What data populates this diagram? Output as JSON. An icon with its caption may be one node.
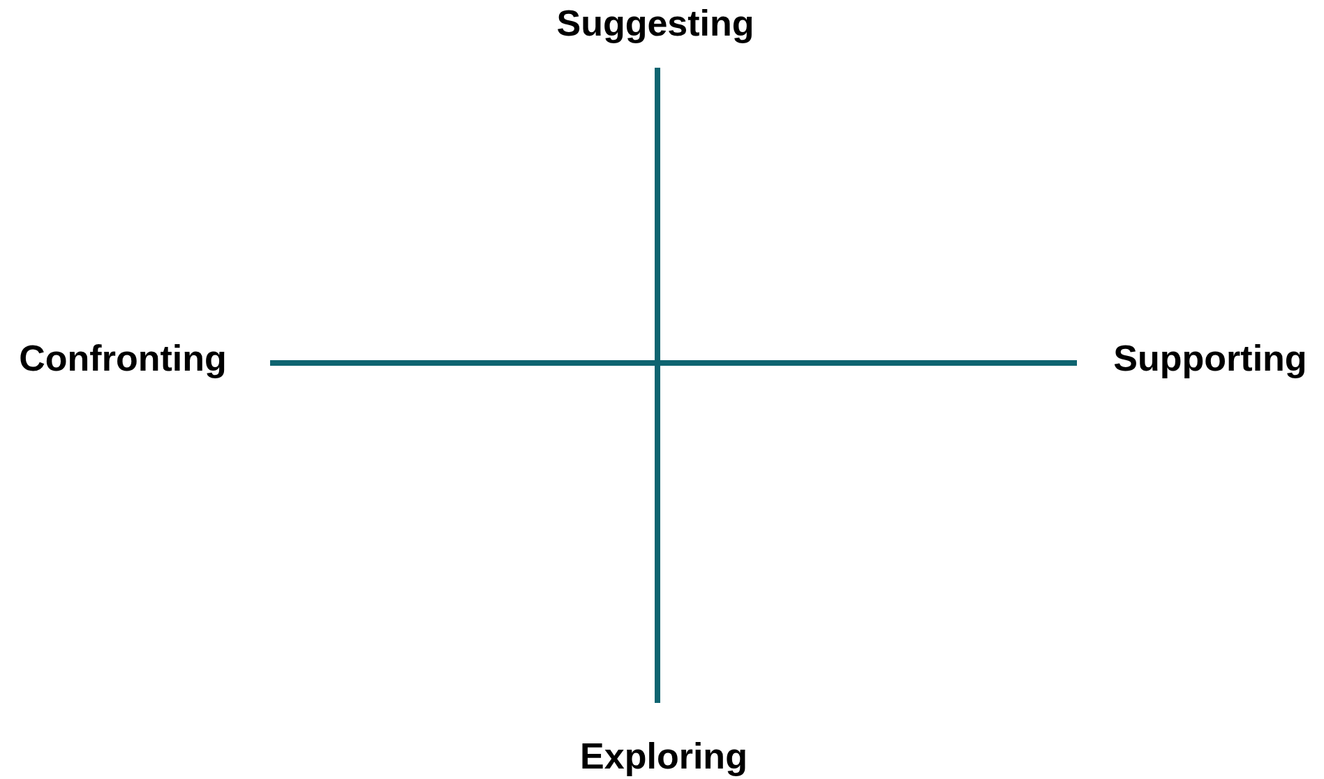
{
  "diagram": {
    "labels": [
      "Suggesting",
      "Confronting",
      "Supporting",
      "Exploring"
    ]
  }
}
